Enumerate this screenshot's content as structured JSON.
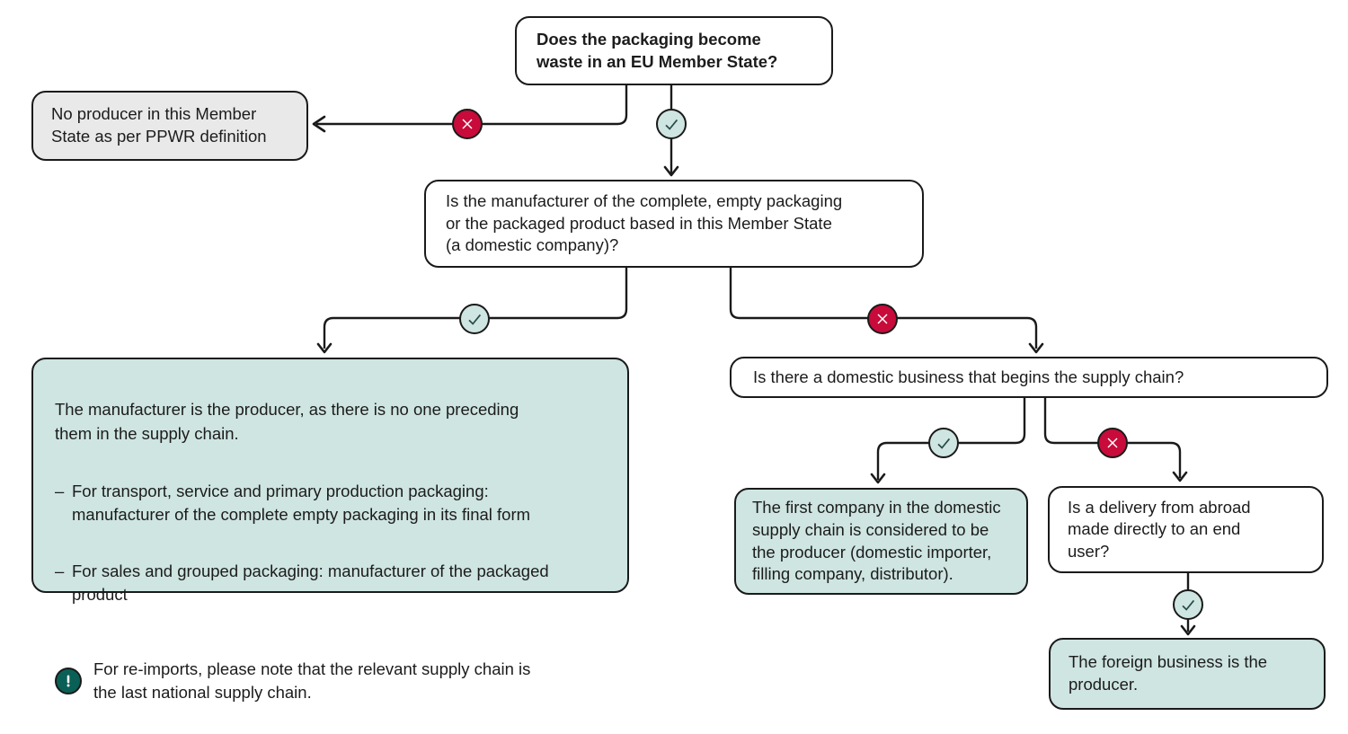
{
  "flowchart": {
    "nodes": {
      "q_waste": {
        "text": "Does the packaging become\nwaste in an EU Member State?"
      },
      "r_no_producer": {
        "text": "No producer in this Member\nState as per PPWR definition"
      },
      "q_manufacturer": {
        "text": "Is the manufacturer of the complete, empty packaging\nor the packaged product based in this Member State\n(a domestic company)?"
      },
      "r_manufacturer_is_producer": {
        "intro": "The manufacturer is the producer, as there is no one preceding\nthem in the supply chain.",
        "bullets": [
          {
            "marker": "–",
            "text": "For transport, service and primary production packaging:\nmanufacturer of the complete empty packaging in its final form"
          },
          {
            "marker": "–",
            "text": "For sales and grouped packaging: manufacturer of the packaged\nproduct"
          }
        ],
        "note": "For re-imports, please note that the relevant supply chain is\nthe last national supply chain."
      },
      "q_domestic_business": {
        "text": "Is there a domestic business that begins the supply chain?"
      },
      "r_first_company": {
        "text": "The first company in the domestic\nsupply chain is considered to be\nthe producer (domestic importer,\nfilling company, distributor)."
      },
      "q_delivery_abroad": {
        "text": "Is a delivery from abroad\nmade directly to an end\nuser?"
      },
      "r_foreign_business": {
        "text": "The foreign business is the\nproducer."
      }
    },
    "edges": [
      {
        "from": "q_waste",
        "answer": "no",
        "to": "r_no_producer"
      },
      {
        "from": "q_waste",
        "answer": "yes",
        "to": "q_manufacturer"
      },
      {
        "from": "q_manufacturer",
        "answer": "yes",
        "to": "r_manufacturer_is_producer"
      },
      {
        "from": "q_manufacturer",
        "answer": "no",
        "to": "q_domestic_business"
      },
      {
        "from": "q_domestic_business",
        "answer": "yes",
        "to": "r_first_company"
      },
      {
        "from": "q_domestic_business",
        "answer": "no",
        "to": "q_delivery_abroad"
      },
      {
        "from": "q_delivery_abroad",
        "answer": "yes",
        "to": "r_foreign_business"
      }
    ],
    "icons": {
      "yes": "check-icon",
      "no": "cross-icon",
      "note": "info-exclamation-icon"
    },
    "colors": {
      "line": "#1a1a1a",
      "box_border": "#1a1a1a",
      "question_bg": "#ffffff",
      "result_bg": "#cee5e1",
      "neutral_bg": "#e9e9e9",
      "yes_badge_bg": "#cee5e1",
      "yes_check": "#274c48",
      "no_badge_bg": "#c80b3a",
      "no_cross": "#ffffff",
      "info_badge_bg": "#0a6056"
    }
  }
}
